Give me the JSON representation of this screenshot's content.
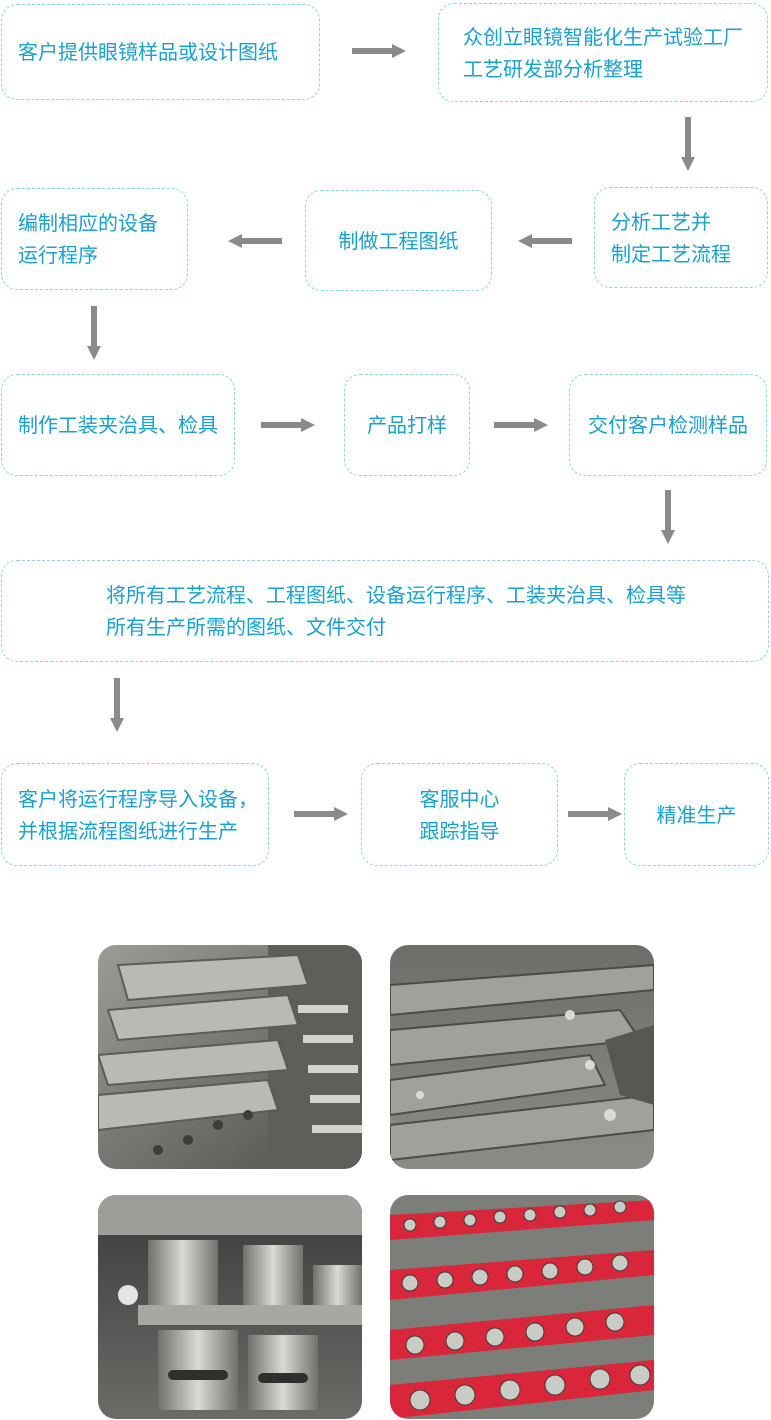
{
  "flow": {
    "step1": "客户提供眼镜样品或设计图纸",
    "step2_l1": "众创立眼镜智能化生产试验工厂",
    "step2_l2": "工艺研发部分析整理",
    "step3_l1": "分析工艺并",
    "step3_l2": "制定工艺流程",
    "step4": "制做工程图纸",
    "step5_l1": "编制相应的设备",
    "step5_l2": "运行程序",
    "step6": "制作工装夹治具、检具",
    "step7": "产品打样",
    "step8": "交付客户检测样品",
    "step9_l1": "将所有工艺流程、工程图纸、设备运行程序、工装夹治具、检具等",
    "step9_l2": "所有生产所需的图纸、文件交付",
    "step10_l1": "客户将运行程序导入设备，",
    "step10_l2": "并根据流程图纸进行生产",
    "step11_l1": "客服中心",
    "step11_l2": "跟踪指导",
    "step12": "精准生产"
  },
  "colors": {
    "text": "#1aa0cc",
    "border": "#8fd3e8",
    "arrow": "#8a8a8a"
  },
  "photos": [
    {
      "icon": "stacked-fixture-plates-photo"
    },
    {
      "icon": "long-fixture-rails-photo"
    },
    {
      "icon": "cylindrical-fixtures-photo"
    },
    {
      "icon": "red-tool-rack-photo"
    }
  ]
}
